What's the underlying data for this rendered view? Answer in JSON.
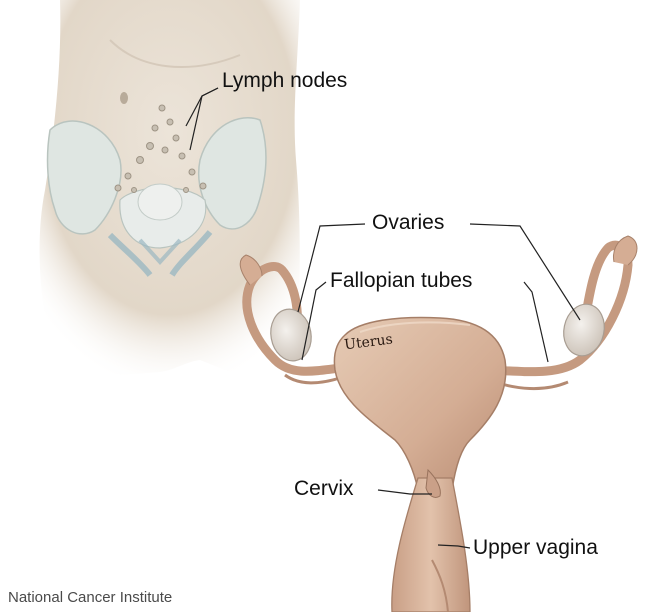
{
  "labels": {
    "lymph_nodes": "Lymph nodes",
    "ovaries": "Ovaries",
    "fallopian_tubes": "Fallopian tubes",
    "uterus": "Uterus",
    "cervix": "Cervix",
    "upper_vagina": "Upper vagina"
  },
  "credit": "National Cancer Institute",
  "colors": {
    "skin": "#e6dccf",
    "skin_shadow": "#cbbfae",
    "pelvic_bone": "#dfe6e3",
    "lymph_vessel": "#9bb8c2",
    "uterus": "#d9b8a0",
    "uterus_shadow": "#b8917a",
    "ovary": "#e8e2dc",
    "leader_line": "#222222"
  }
}
